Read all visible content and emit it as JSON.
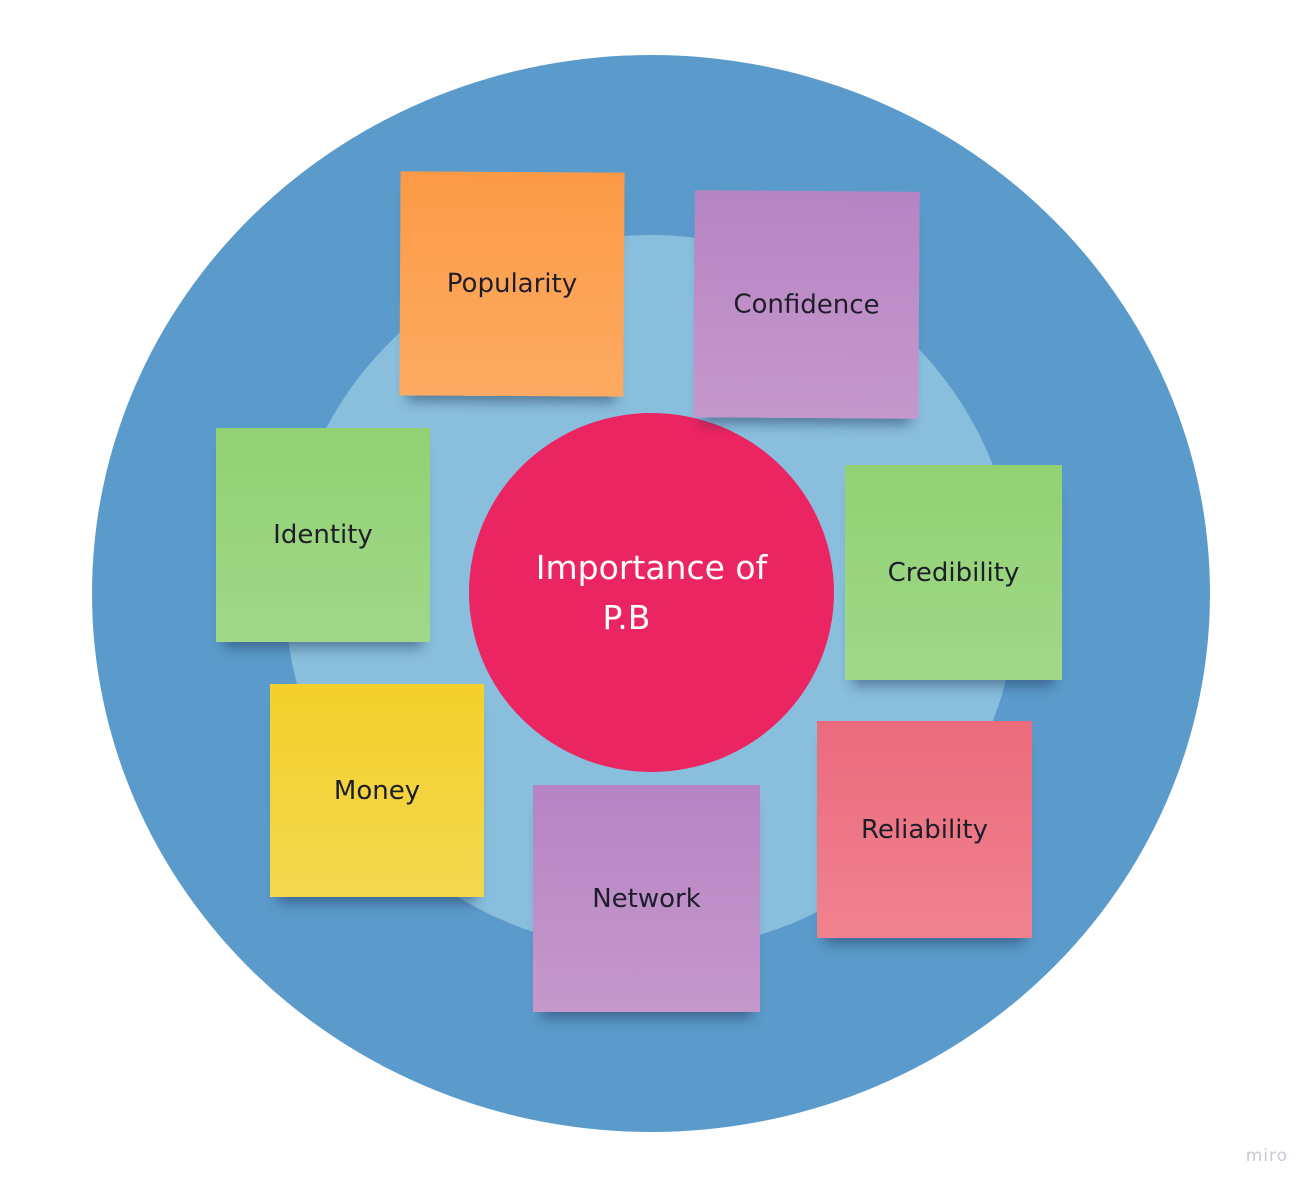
{
  "center": {
    "line1": "Importance of",
    "line2": "P.B"
  },
  "notes": [
    {
      "label": "Popularity",
      "color": "#fb9b48"
    },
    {
      "label": "Confidence",
      "color": "#b986c4"
    },
    {
      "label": "Identity",
      "color": "#94d275"
    },
    {
      "label": "Credibility",
      "color": "#94d275"
    },
    {
      "label": "Money",
      "color": "#f3d22e"
    },
    {
      "label": "Network",
      "color": "#b986c4"
    },
    {
      "label": "Reliability",
      "color": "#ec6d7e"
    }
  ],
  "watermark": "miro"
}
